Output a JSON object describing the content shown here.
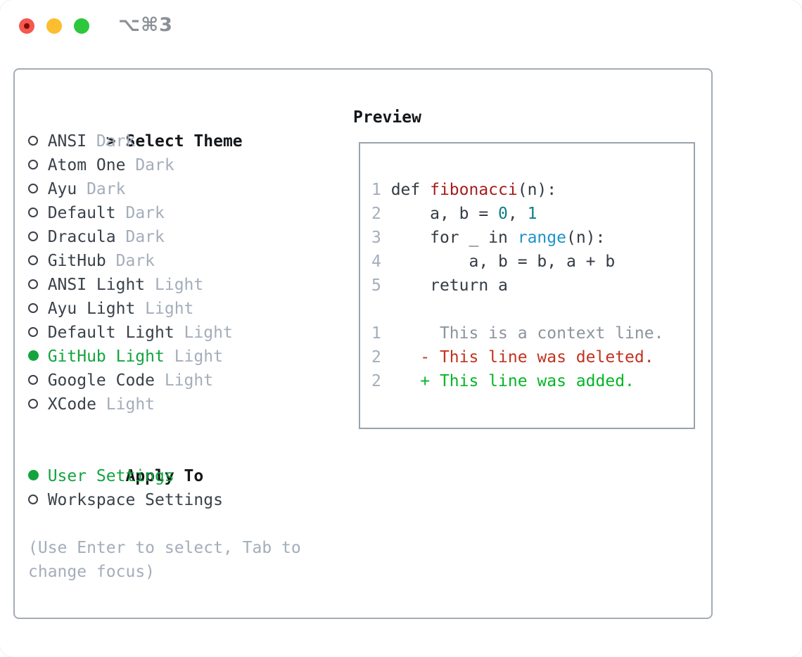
{
  "window": {
    "title": "⌥⌘3",
    "traffic_lights": [
      "close",
      "minimize",
      "zoom"
    ]
  },
  "theme_panel": {
    "cursor": ">",
    "header": "Select Theme",
    "items": [
      {
        "name": "ANSI",
        "variant": "Dark",
        "selected": false
      },
      {
        "name": "Atom One",
        "variant": "Dark",
        "selected": false
      },
      {
        "name": "Ayu",
        "variant": "Dark",
        "selected": false
      },
      {
        "name": "Default",
        "variant": "Dark",
        "selected": false
      },
      {
        "name": "Dracula",
        "variant": "Dark",
        "selected": false
      },
      {
        "name": "GitHub",
        "variant": "Dark",
        "selected": false
      },
      {
        "name": "ANSI Light",
        "variant": "Light",
        "selected": false
      },
      {
        "name": "Ayu Light",
        "variant": "Light",
        "selected": false
      },
      {
        "name": "Default Light",
        "variant": "Light",
        "selected": false
      },
      {
        "name": "GitHub Light",
        "variant": "Light",
        "selected": true
      },
      {
        "name": "Google Code",
        "variant": "Light",
        "selected": false
      },
      {
        "name": "XCode",
        "variant": "Light",
        "selected": false
      }
    ]
  },
  "apply_to": {
    "header": "Apply To",
    "options": [
      {
        "label": "User Settings",
        "selected": true
      },
      {
        "label": "Workspace Settings",
        "selected": false
      }
    ]
  },
  "hint": "(Use Enter to select, Tab to change focus)",
  "preview": {
    "header": "Preview",
    "lines": [
      {
        "num": "1",
        "segments": [
          [
            "def ",
            "code"
          ],
          [
            "fibonacci",
            "func"
          ],
          [
            "(n):",
            "code"
          ]
        ]
      },
      {
        "num": "2",
        "segments": [
          [
            "    a, b = ",
            "code"
          ],
          [
            "0",
            "number"
          ],
          [
            ", ",
            "code"
          ],
          [
            "1",
            "number"
          ]
        ]
      },
      {
        "num": "3",
        "segments": [
          [
            "    for _ in ",
            "code"
          ],
          [
            "range",
            "builtin"
          ],
          [
            "(n):",
            "code"
          ]
        ]
      },
      {
        "num": "4",
        "segments": [
          [
            "        a, b = b, a + b",
            "code"
          ]
        ]
      },
      {
        "num": "5",
        "segments": [
          [
            "    return a",
            "code"
          ]
        ]
      },
      {
        "num": "",
        "segments": []
      },
      {
        "num": "1",
        "segments": [
          [
            "     This is a context line.",
            "context"
          ]
        ]
      },
      {
        "num": "2",
        "segments": [
          [
            "   - This line was deleted.",
            "deleted"
          ]
        ]
      },
      {
        "num": "2",
        "segments": [
          [
            "   + This line was added.",
            "added"
          ]
        ]
      }
    ]
  },
  "colors": {
    "accent_green": "#13a43f",
    "added_green": "#04b627",
    "deleted_red": "#c23220",
    "function_red": "#a61d1d",
    "number_teal": "#0e7e86",
    "builtin_blue": "#1d93c9",
    "muted_gray": "#a4adba",
    "context_gray": "#8d949e",
    "text_dark": "#3a4149",
    "header_black": "#14171a",
    "panel_border": "#a5acb6",
    "traffic_red": "#f4584e",
    "traffic_yellow": "#fcbd2f",
    "traffic_green": "#2dc73e"
  }
}
